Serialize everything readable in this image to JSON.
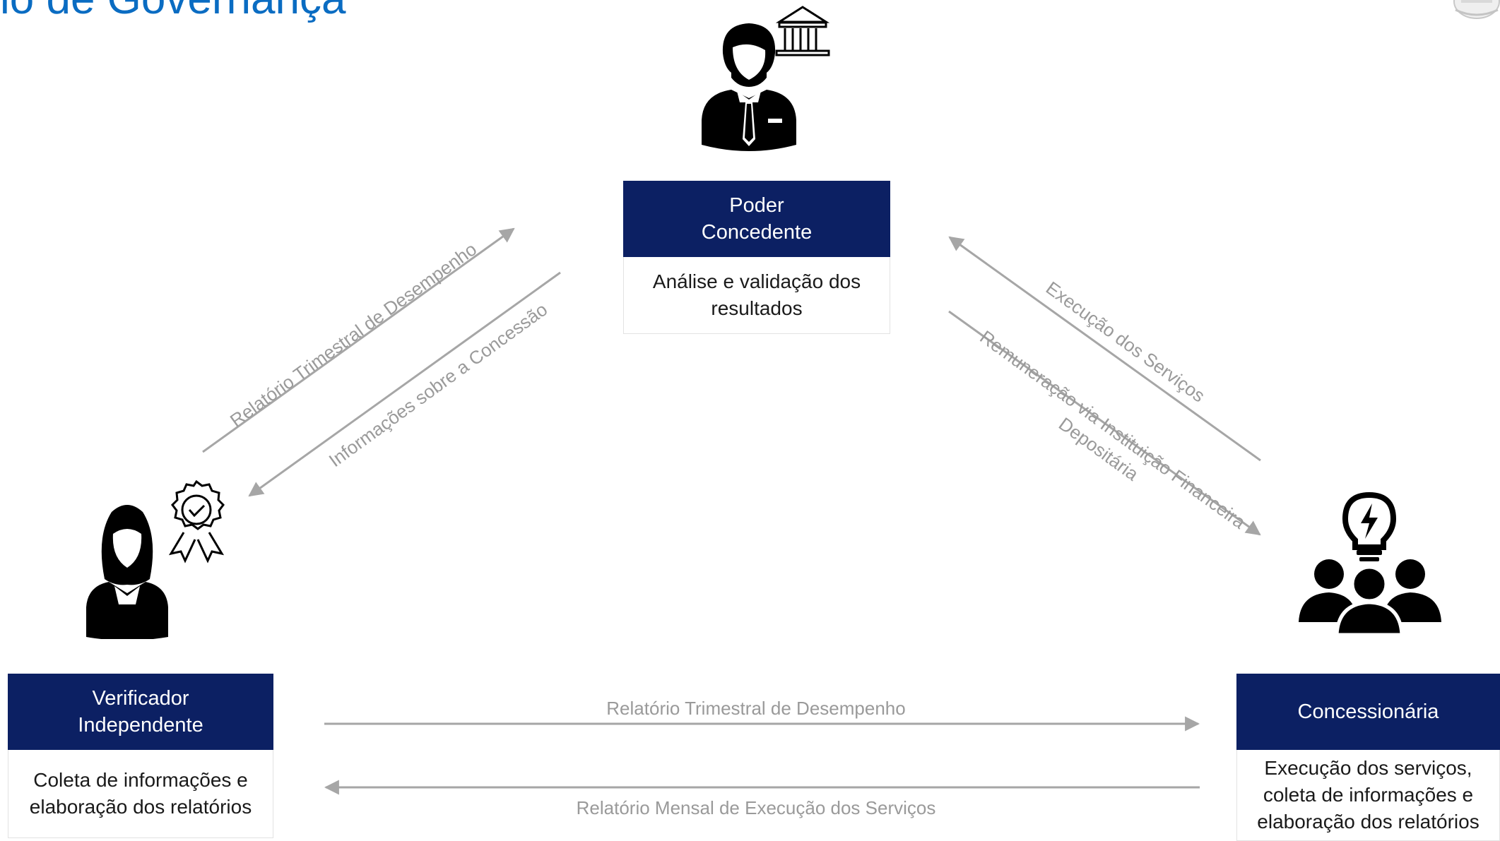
{
  "page": {
    "title": "io de Governança"
  },
  "nodes": {
    "poder": {
      "header": "Poder\nConcedente",
      "body": "Análise e validação dos\nresultados"
    },
    "verificador": {
      "header": "Verificador\nIndependente",
      "body": "Coleta de informações e\nelaboração dos relatórios"
    },
    "concessionaria": {
      "header": "Concessionária",
      "body": "Execução dos serviços,\ncoleta de informações e\nelaboração dos relatórios"
    }
  },
  "edges": {
    "vi_to_pc": "Relatório Trimestral de Desempenho",
    "pc_to_vi": "Informações sobre a Concessão",
    "cs_to_pc": "Execução dos Serviços",
    "pc_to_cs": "Remuneração via Instituição Financeira\nDepositária",
    "vi_to_cs": "Relatório Trimestral de Desempenho",
    "cs_to_vi": "Relatório Mensal de Execução dos Serviços"
  },
  "icons": {
    "poder": "official-with-government-building-icon",
    "verificador": "woman-with-certified-badge-icon",
    "concessionaria": "team-with-lightbulb-icon",
    "logo": "seal-logo-icon"
  },
  "colors": {
    "header": "#0c2063",
    "title": "#0a6cc2",
    "arrow": "#a6a6a6",
    "label": "#9a9a9a"
  }
}
